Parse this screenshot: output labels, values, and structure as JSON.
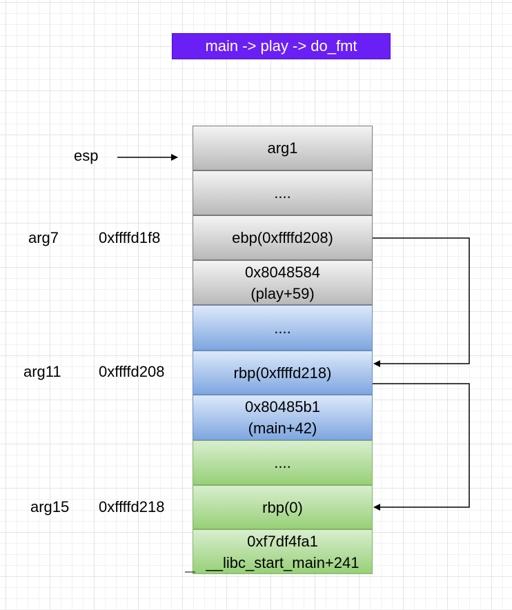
{
  "title": "main -> play -> do_fmt",
  "esp_label": "esp",
  "stack": [
    {
      "line1": "arg1",
      "line2": ""
    },
    {
      "line1": "....",
      "line2": ""
    },
    {
      "line1": "ebp(0xffffd208)",
      "line2": ""
    },
    {
      "line1": "0x8048584",
      "line2": "(play+59)"
    },
    {
      "line1": "....",
      "line2": ""
    },
    {
      "line1": "rbp(0xffffd218)",
      "line2": ""
    },
    {
      "line1": "0x80485b1",
      "line2": "(main+42)"
    },
    {
      "line1": "....",
      "line2": ""
    },
    {
      "line1": "rbp(0)",
      "line2": ""
    },
    {
      "line1": "0xf7df4fa1",
      "line2": "__libc_start_main+241"
    }
  ],
  "rows": [
    {
      "arg": "arg7",
      "addr": "0xffffd1f8"
    },
    {
      "arg": "arg11",
      "addr": "0xffffd208"
    },
    {
      "arg": "arg15",
      "addr": "0xffffd218"
    }
  ]
}
